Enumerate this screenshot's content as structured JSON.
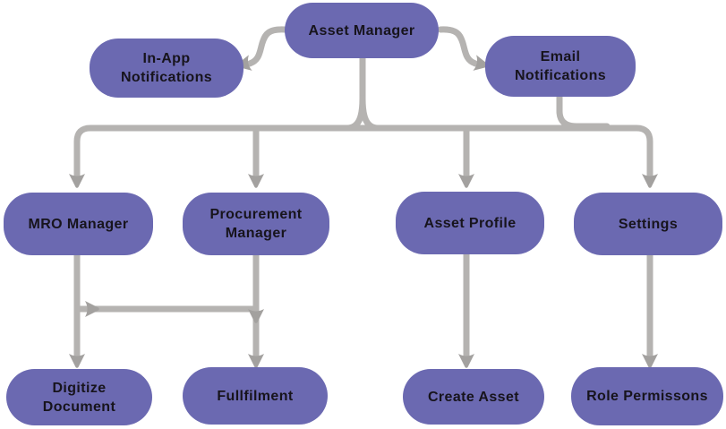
{
  "diagram": {
    "type": "flowchart",
    "root": "Asset Manager",
    "colors": {
      "node_fill": "#6b69b1",
      "node_text": "#17141c",
      "connector_line": "#b5b3b1",
      "arrowhead": "#a3a19f",
      "background": "#ffffff"
    },
    "nodes": {
      "asset_manager": {
        "label": "Asset Manager"
      },
      "in_app_notifications": {
        "label": "In-App Notifications"
      },
      "email_notifications": {
        "label": "Email Notifications"
      },
      "mro_manager": {
        "label": "MRO Manager"
      },
      "procurement_manager": {
        "label": "Procurement Manager"
      },
      "asset_profile": {
        "label": "Asset Profile"
      },
      "settings": {
        "label": "Settings"
      },
      "digitize_document": {
        "label": "Digitize Document"
      },
      "fullfilment": {
        "label": "Fullfilment"
      },
      "create_asset": {
        "label": "Create Asset"
      },
      "role_permissons": {
        "label": "Role Permissons"
      }
    },
    "edges": [
      {
        "from": "asset_manager",
        "to": "in_app_notifications"
      },
      {
        "from": "asset_manager",
        "to": "email_notifications"
      },
      {
        "from": "asset_manager",
        "to": "mro_manager"
      },
      {
        "from": "asset_manager",
        "to": "procurement_manager"
      },
      {
        "from": "asset_manager",
        "to": "asset_profile"
      },
      {
        "from": "asset_manager",
        "to": "settings"
      },
      {
        "from": "email_notifications",
        "to": "settings"
      },
      {
        "from": "mro_manager",
        "to": "digitize_document"
      },
      {
        "from": "mro_manager",
        "to": "procurement_manager",
        "note": "cross-link rung"
      },
      {
        "from": "procurement_manager",
        "to": "fullfilment"
      },
      {
        "from": "asset_profile",
        "to": "create_asset"
      },
      {
        "from": "settings",
        "to": "role_permissons"
      }
    ]
  }
}
